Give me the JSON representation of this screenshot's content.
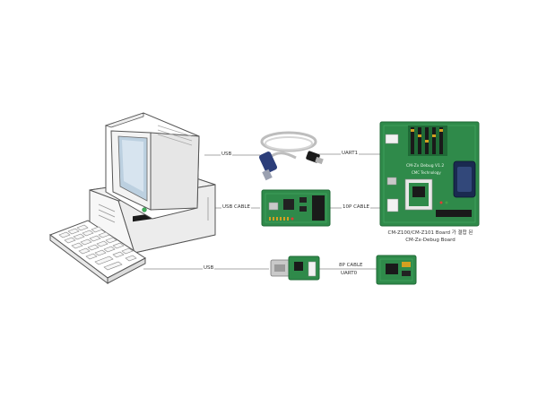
{
  "connections": {
    "usb_top": "USB",
    "usb_cable": "USB CABLE",
    "usb_bottom": "USB",
    "uart1": "UART1",
    "tenp_cable": "10P CABLE",
    "eightp_cable": "8P CABLE",
    "uart0": "UART0"
  },
  "boards": {
    "debug_board_silk": "CM-Zx Debug V1.2",
    "debug_board_vendor": "CMC Technology"
  },
  "caption": {
    "line1": "CM-Z100/CM-Z101 Board 가 결합 된",
    "line2": "CM-Zx-Debug Board"
  },
  "colors": {
    "pcb_green": "#2f8a4a",
    "pcb_dark": "#1f6a36",
    "cable_gray": "#c8c8c8",
    "connector_blue": "#2c3e7a"
  }
}
